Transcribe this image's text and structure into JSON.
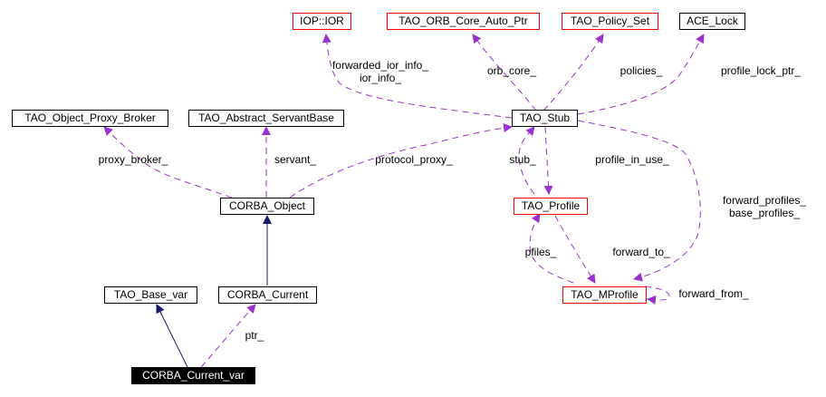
{
  "diagram": {
    "type": "collaboration-graph",
    "focus_node": "CORBA_Current_var",
    "colors": {
      "usage_edge": "#9a32cd",
      "inheritance_edge": "#191970",
      "undocumented_border": "#ff0000",
      "documented_border": "#000000",
      "focus_fill": "#000000"
    },
    "nodes": {
      "ior": {
        "label": "IOP::IOR",
        "style": "red"
      },
      "orb_core_auto_ptr": {
        "label": "TAO_ORB_Core_Auto_Ptr",
        "style": "red"
      },
      "policy_set": {
        "label": "TAO_Policy_Set",
        "style": "red"
      },
      "ace_lock": {
        "label": "ACE_Lock",
        "style": "black"
      },
      "object_proxy_broker": {
        "label": "TAO_Object_Proxy_Broker",
        "style": "black"
      },
      "abstract_servant_base": {
        "label": "TAO_Abstract_ServantBase",
        "style": "black"
      },
      "tao_stub": {
        "label": "TAO_Stub",
        "style": "black"
      },
      "corba_object": {
        "label": "CORBA_Object",
        "style": "black"
      },
      "tao_profile": {
        "label": "TAO_Profile",
        "style": "red"
      },
      "tao_base_var": {
        "label": "TAO_Base_var",
        "style": "black"
      },
      "corba_current": {
        "label": "CORBA_Current",
        "style": "black"
      },
      "tao_mprofile": {
        "label": "TAO_MProfile",
        "style": "red"
      },
      "corba_current_var": {
        "label": "CORBA_Current_var",
        "style": "focus"
      }
    },
    "edge_labels": {
      "ior_info": [
        "forwarded_ior_info_",
        "ior_info_"
      ],
      "orb_core": "orb_core_",
      "policies": "policies_",
      "profile_lock_ptr": "profile_lock_ptr_",
      "proxy_broker": "proxy_broker_",
      "servant": "servant_",
      "protocol_proxy": "protocol_proxy_",
      "stub": "stub_",
      "profile_in_use": "profile_in_use_",
      "forward_profiles": [
        "forward_profiles_",
        "base_profiles_"
      ],
      "pfiles": "pfiles_",
      "forward_to": "forward_to_",
      "forward_from": "forward_from_",
      "ptr": "ptr_"
    }
  }
}
